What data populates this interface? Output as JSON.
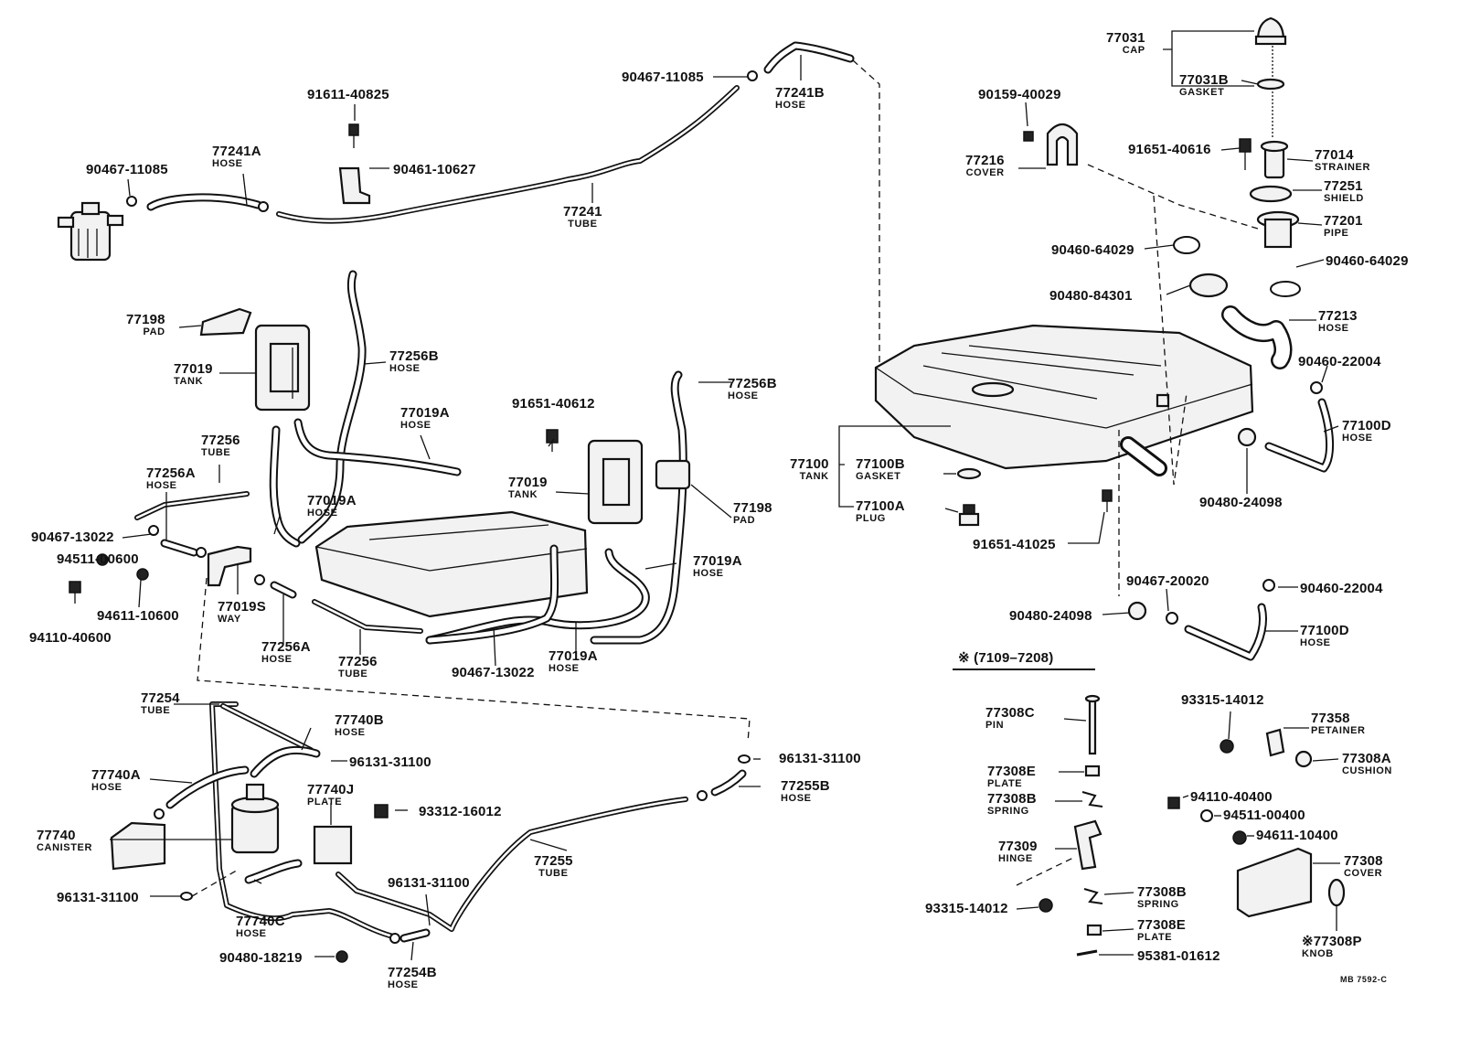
{
  "labels": {
    "l77031": {
      "pn": "77031",
      "nm": "CAP"
    },
    "l77031b": {
      "pn": "77031B",
      "nm": "GASKET"
    },
    "l90159": {
      "pn": "90159-40029"
    },
    "l77216": {
      "pn": "77216",
      "nm": "COVER"
    },
    "l91651_616": {
      "pn": "91651-40616"
    },
    "l77014": {
      "pn": "77014",
      "nm": "STRAINER"
    },
    "l77251": {
      "pn": "77251",
      "nm": "SHIELD"
    },
    "l77201": {
      "pn": "77201",
      "nm": "PIPE"
    },
    "l90460_64029a": {
      "pn": "90460-64029"
    },
    "l90460_64029b": {
      "pn": "90460-64029"
    },
    "l90480_84301": {
      "pn": "90480-84301"
    },
    "l77213": {
      "pn": "77213",
      "nm": "HOSE"
    },
    "l90460_22004a": {
      "pn": "90460-22004"
    },
    "l77100d_a": {
      "pn": "77100D",
      "nm": "HOSE"
    },
    "l77100": {
      "pn": "77100",
      "nm": "TANK"
    },
    "l77100b": {
      "pn": "77100B",
      "nm": "GASKET"
    },
    "l77100a": {
      "pn": "77100A",
      "nm": "PLUG"
    },
    "l90480_24098a": {
      "pn": "90480-24098"
    },
    "l91651_41025": {
      "pn": "91651-41025"
    },
    "l90467_20020": {
      "pn": "90467-20020"
    },
    "l90460_22004b": {
      "pn": "90460-22004"
    },
    "l90480_24098b": {
      "pn": "90480-24098"
    },
    "l77100d_b": {
      "pn": "77100D",
      "nm": "HOSE"
    },
    "l_range": {
      "pn": "※ (7109–7208)"
    },
    "l93315_a": {
      "pn": "93315-14012"
    },
    "l77358": {
      "pn": "77358",
      "nm": "PETAINER"
    },
    "l77308c": {
      "pn": "77308C",
      "nm": "PIN"
    },
    "l77308a": {
      "pn": "77308A",
      "nm": "CUSHION"
    },
    "l77308e_a": {
      "pn": "77308E",
      "nm": "PLATE"
    },
    "l77308b_a": {
      "pn": "77308B",
      "nm": "SPRING"
    },
    "l94110_40400": {
      "pn": "94110-40400"
    },
    "l94511_00400": {
      "pn": "94511-00400"
    },
    "l94611_10400": {
      "pn": "94611-10400"
    },
    "l77309": {
      "pn": "77309",
      "nm": "HINGE"
    },
    "l77308": {
      "pn": "77308",
      "nm": "COVER"
    },
    "l93315_b": {
      "pn": "93315-14012"
    },
    "l77308b_b": {
      "pn": "77308B",
      "nm": "SPRING"
    },
    "l77308e_b": {
      "pn": "77308E",
      "nm": "PLATE"
    },
    "l77308p": {
      "pn": "※77308P",
      "nm": "KNOB"
    },
    "l95381": {
      "pn": "95381-01612"
    },
    "l_ref": {
      "pn": "MB  7592-C"
    },
    "l90467_11085a": {
      "pn": "90467-11085"
    },
    "l77241b": {
      "pn": "77241B",
      "nm": "HOSE"
    },
    "l91611": {
      "pn": "91611-40825"
    },
    "l77241a": {
      "pn": "77241A",
      "nm": "HOSE"
    },
    "l90467_11085b": {
      "pn": "90467-11085"
    },
    "l90461": {
      "pn": "90461-10627"
    },
    "l77241": {
      "pn": "77241",
      "nm": "TUBE"
    },
    "l77198a": {
      "pn": "77198",
      "nm": "PAD"
    },
    "l77019a_tank": {
      "pn": "77019",
      "nm": "TANK"
    },
    "l77256b_a": {
      "pn": "77256B",
      "nm": "HOSE"
    },
    "l77019a_h1": {
      "pn": "77019A",
      "nm": "HOSE"
    },
    "l77256_a": {
      "pn": "77256",
      "nm": "TUBE"
    },
    "l77256a_a": {
      "pn": "77256A",
      "nm": "HOSE"
    },
    "l90467_13022a": {
      "pn": "90467-13022"
    },
    "l94511_00600": {
      "pn": "94511-00600"
    },
    "l94611_10600": {
      "pn": "94611-10600"
    },
    "l94110_40600": {
      "pn": "94110-40600"
    },
    "l77019s": {
      "pn": "77019S",
      "nm": "WAY"
    },
    "l77256a_b": {
      "pn": "77256A",
      "nm": "HOSE"
    },
    "l77256_b": {
      "pn": "77256",
      "nm": "TUBE"
    },
    "l77019a_h2": {
      "pn": "77019A",
      "nm": "HOSE"
    },
    "l91651_40612": {
      "pn": "91651-40612"
    },
    "l77019b_tank": {
      "pn": "77019",
      "nm": "TANK"
    },
    "l77256b_b": {
      "pn": "77256B",
      "nm": "HOSE"
    },
    "l77198b": {
      "pn": "77198",
      "nm": "PAD"
    },
    "l77019a_h3": {
      "pn": "77019A",
      "nm": "HOSE"
    },
    "l90467_13022b": {
      "pn": "90467-13022"
    },
    "l77019a_h4": {
      "pn": "77019A",
      "nm": "HOSE"
    },
    "l77254": {
      "pn": "77254",
      "nm": "TUBE"
    },
    "l77740b": {
      "pn": "77740B",
      "nm": "HOSE"
    },
    "l96131_a": {
      "pn": "96131-31100"
    },
    "l96131_b": {
      "pn": "96131-31100"
    },
    "l77740a": {
      "pn": "77740A",
      "nm": "HOSE"
    },
    "l77255b": {
      "pn": "77255B",
      "nm": "HOSE"
    },
    "l77740j": {
      "pn": "77740J",
      "nm": "PLATE"
    },
    "l93312": {
      "pn": "93312-16012"
    },
    "l77740": {
      "pn": "77740",
      "nm": "CANISTER"
    },
    "l77255": {
      "pn": "77255",
      "nm": "TUBE"
    },
    "l96131_c": {
      "pn": "96131-31100"
    },
    "l96131_d": {
      "pn": "96131-31100"
    },
    "l77740c": {
      "pn": "77740C",
      "nm": "HOSE"
    },
    "l90480_18219": {
      "pn": "90480-18219"
    },
    "l77254b": {
      "pn": "77254B",
      "nm": "HOSE"
    }
  }
}
